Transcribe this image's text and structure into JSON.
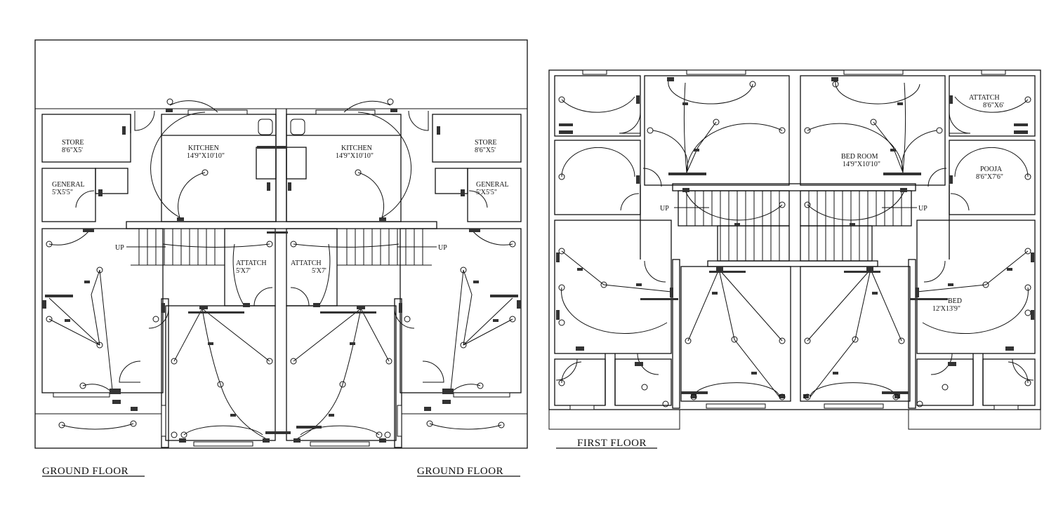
{
  "ground_left": {
    "store": {
      "name": "STORE",
      "size": "8'6\"X5'"
    },
    "kitchen": {
      "name": "KITCHEN",
      "size": "14'9\"X10'10\""
    },
    "general": {
      "name": "GENERAL",
      "size": "5'X5'5\""
    },
    "attatch": {
      "name": "ATTATCH",
      "size": "5'X7'"
    },
    "up": "UP"
  },
  "ground_right": {
    "store": {
      "name": "STORE",
      "size": "8'6\"X5'"
    },
    "kitchen": {
      "name": "KITCHEN",
      "size": "14'9\"X10'10\""
    },
    "general": {
      "name": "GENERAL",
      "size": "5'X5'5\""
    },
    "attatch": {
      "name": "ATTATCH",
      "size": "5'X7'"
    },
    "up": "UP"
  },
  "first_floor": {
    "attatch": {
      "name": "ATTATCH",
      "size": "8'6\"X6'"
    },
    "bedroom": {
      "name": "BED ROOM",
      "size": "14'9\"X10'10\""
    },
    "pooja": {
      "name": "POOJA",
      "size": "8'6\"X7'6\""
    },
    "bed": {
      "name": "BED",
      "size": "12'X13'9\""
    },
    "up_left": "UP",
    "up_right": "UP"
  },
  "titles": {
    "ground_left": "GROUND FLOOR",
    "ground_right": "GROUND FLOOR",
    "first": "FIRST FLOOR"
  }
}
